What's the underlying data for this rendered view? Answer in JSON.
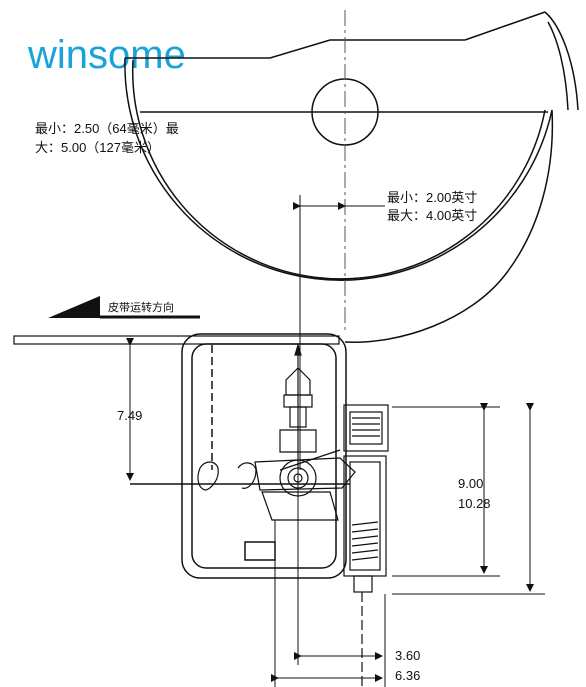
{
  "brand": {
    "name": "winsome",
    "color": "#1aa3d9"
  },
  "labels": {
    "radius_min_line1": "最小：2.50（64毫米）最",
    "radius_max_line2": "大：5.00（127毫米）",
    "offset_min": "最小：2.00英寸",
    "offset_max": "最大：4.00英寸",
    "belt_direction": "皮带运转方向",
    "dim_749": "7.49",
    "dim_900": "9.00",
    "dim_1028": "10.28",
    "dim_360": "3.60",
    "dim_636": "6.36"
  },
  "colors": {
    "line": "#111111",
    "center_line": "#555555"
  }
}
